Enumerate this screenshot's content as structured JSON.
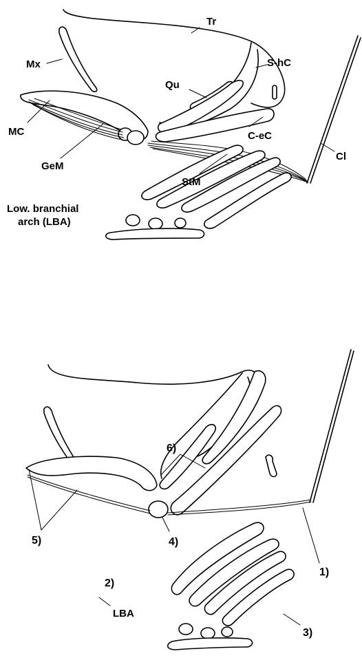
{
  "top_panel": {
    "labels": {
      "tr": "Tr",
      "mx": "Mx",
      "qu": "Qu",
      "s_hc": "S-hC",
      "mc": "MC",
      "c_ec": "C-eC",
      "cl": "Cl",
      "gem": "GeM",
      "stm": "StM",
      "lba_line1": "Low. branchial",
      "lba_line2": "arch (LBA)"
    }
  },
  "bottom_panel": {
    "labels": {
      "n1": "1)",
      "n2": "2)",
      "n3": "3)",
      "n4": "4)",
      "n5": "5)",
      "n6": "6)",
      "lba": "LBA"
    }
  }
}
